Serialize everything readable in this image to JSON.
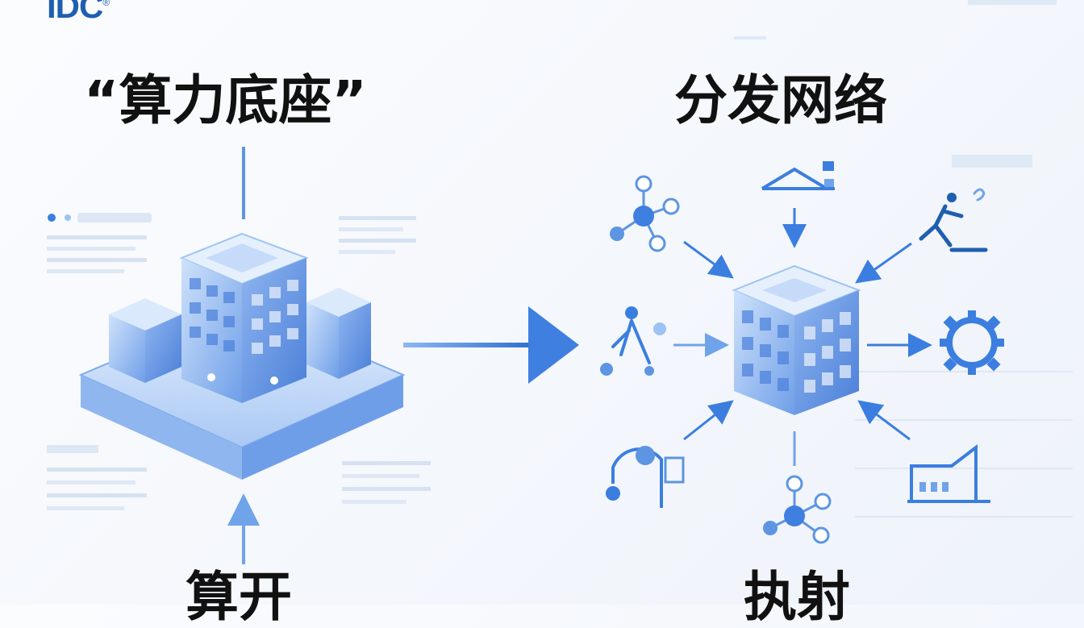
{
  "logo": {
    "text": "IDC",
    "mark": "®"
  },
  "left": {
    "title": "“算力底座”",
    "bottom_label": "算开"
  },
  "right": {
    "title": "分发网络",
    "bottom_label": "执射"
  },
  "colors": {
    "accent": "#2f6fd1",
    "light": "#9cc3f3",
    "arrow": "#3b7ee0",
    "bg": "#f5f8fc"
  },
  "icons": [
    "server-building-icon",
    "molecule-icon",
    "house-router-icon",
    "runner-icon",
    "dancer-icon",
    "gear-icon",
    "robot-arm-icon",
    "factory-icon",
    "molecule-icon"
  ]
}
